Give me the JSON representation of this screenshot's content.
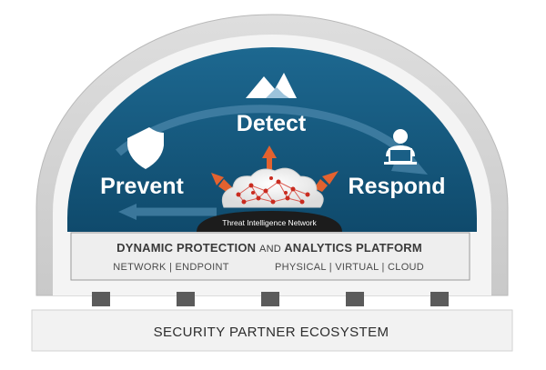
{
  "pillars": {
    "prevent": "Prevent",
    "detect": "Detect",
    "respond": "Respond"
  },
  "core": {
    "network_label": "Threat Intelligence Network"
  },
  "platform": {
    "title_part1": "DYNAMIC PROTECTION",
    "title_and": "AND",
    "title_part2": "ANALYTICS PLATFORM",
    "left_items": "NETWORK  |  ENDPOINT",
    "right_items": "PHYSICAL  |  VIRTUAL  |  CLOUD"
  },
  "ecosystem": {
    "label": "SECURITY PARTNER ECOSYSTEM"
  },
  "icons": {
    "prevent": "shield-icon",
    "detect": "mountain-peaks-icon",
    "respond": "user-at-laptop-icon",
    "network": "cloud-network-icon"
  },
  "colors": {
    "dome_blue": "#1a5f86",
    "dome_blue_dark": "#0f4563",
    "arrow_orange": "#e3622f",
    "node_red": "#c92b1f",
    "outer_gray": "#d3d3d3",
    "platform_bg": "#eeeeee",
    "ecosystem_bg": "#f2f2f2"
  }
}
